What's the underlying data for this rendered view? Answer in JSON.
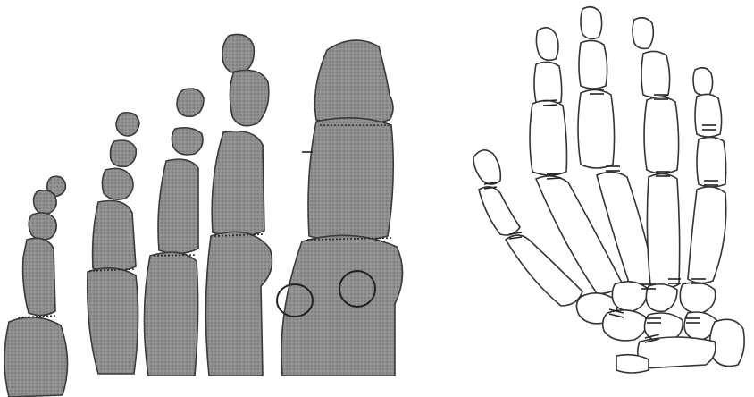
{
  "colors": {
    "background": "#ffffff",
    "foot_bone_fill": "#8f8f8f",
    "outline": "#333333",
    "hand_bone_fill": "#ffffff"
  },
  "panels": [
    {
      "name": "foot-skeleton",
      "style": "stippled gray fill"
    },
    {
      "name": "hand-skeleton",
      "style": "line drawing with joint tick marks"
    }
  ]
}
